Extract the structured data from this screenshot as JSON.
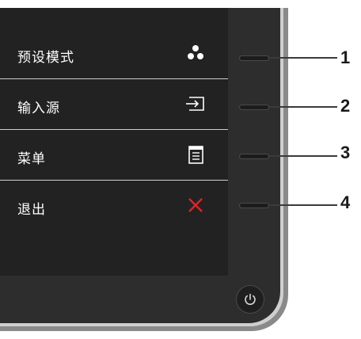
{
  "menu": {
    "items": [
      {
        "label": "预设模式",
        "icon": "preset-modes-icon"
      },
      {
        "label": "输入源",
        "icon": "input-source-icon"
      },
      {
        "label": "菜单",
        "icon": "menu-icon"
      },
      {
        "label": "退出",
        "icon": "exit-icon"
      }
    ]
  },
  "buttons": {
    "callouts": [
      "1",
      "2",
      "3",
      "4"
    ],
    "power_icon": "power-icon"
  },
  "colors": {
    "screen": "#222222",
    "bezel": "#2d2d2d",
    "exit_icon": "#e0232a",
    "text": "#ffffff",
    "callout_text": "#1a1a1a"
  }
}
